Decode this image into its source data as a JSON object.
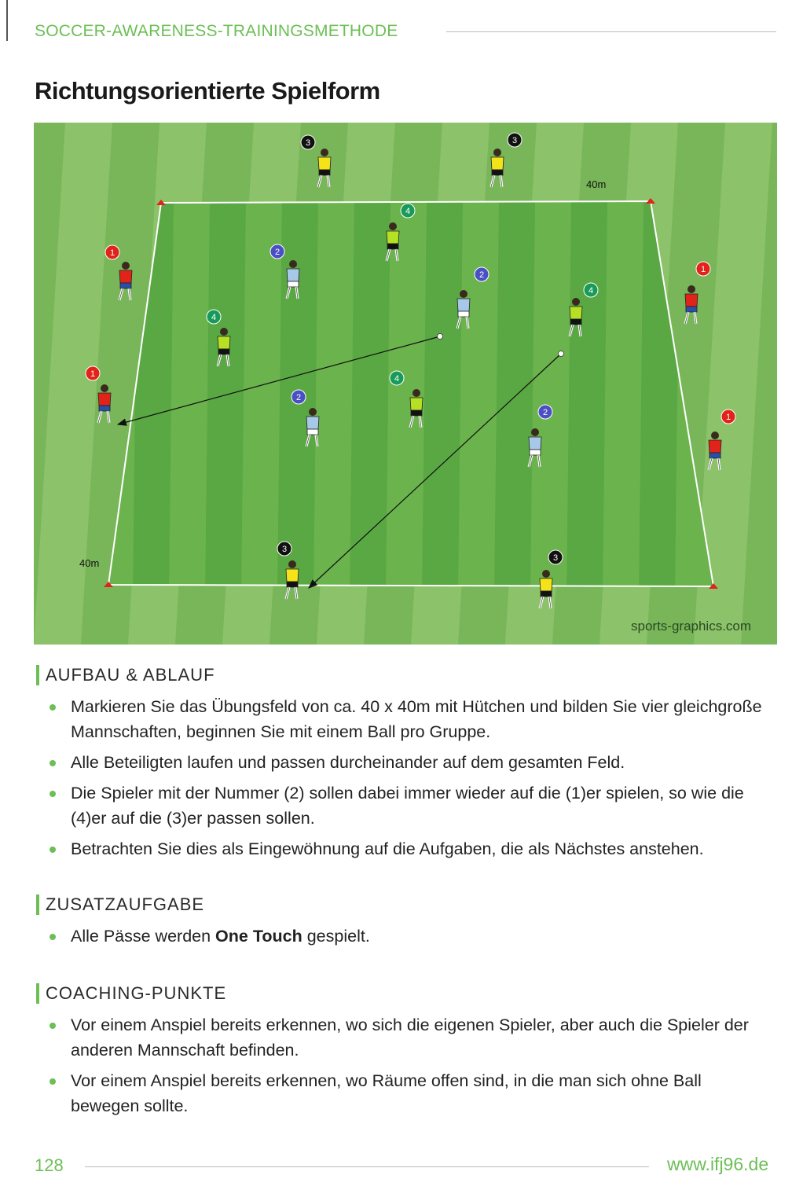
{
  "header": {
    "kicker": "SOCCER-AWARENESS-TRAININGSMETHODE",
    "title": "Richtungsorientierte Spielform"
  },
  "diagram": {
    "dimension_top": "40m",
    "dimension_left": "40m",
    "credit": "sports-graphics.com",
    "colors": {
      "grass_light": "#8cc26a",
      "grass_dark": "#78b659",
      "inner_light": "#6bb34d",
      "inner_dark": "#5aa843",
      "cone": "#e2231a"
    },
    "teams": {
      "1": {
        "badge": "#e2231a",
        "shirt": "#e2231a",
        "shorts": "#2a4fa8"
      },
      "2": {
        "badge": "#4a4fc4",
        "shirt": "#a8c8ea",
        "shorts": "#ffffff"
      },
      "3": {
        "badge": "#111111",
        "shirt": "#f5e31a",
        "shorts": "#111111"
      },
      "4": {
        "badge": "#1a9a5a",
        "shirt": "#b6e024",
        "shorts": "#111111"
      }
    },
    "players": [
      "3",
      "3",
      "4",
      "1",
      "2",
      "2",
      "4",
      "1",
      "4",
      "1",
      "4",
      "2",
      "2",
      "1",
      "3",
      "3"
    ]
  },
  "sections": [
    {
      "title": "AUFBAU & ABLAUF",
      "items": [
        "Markieren Sie das Übungsfeld von ca. 40 x 40m mit Hütchen und bilden Sie vier gleichgroße Mannschaften, beginnen Sie mit einem Ball pro Gruppe.",
        "Alle Beteiligten laufen und passen durcheinander auf dem gesamten Feld.",
        "Die Spieler mit der Nummer (2) sollen dabei immer wieder auf die (1)er spielen, so wie die (4)er auf die (3)er passen sollen.",
        "Betrachten Sie dies als Eingewöhnung auf die Aufgaben, die als Nächstes anstehen."
      ]
    },
    {
      "title": "ZUSATZAUFGABE",
      "items": [
        {
          "before": "Alle Pässe werden ",
          "bold": "One Touch",
          "after": " gespielt."
        }
      ]
    },
    {
      "title": "COACHING-PUNKTE",
      "items": [
        "Vor einem Anspiel bereits erkennen, wo sich die eigenen Spieler, aber auch die Spieler der anderen Mannschaft befinden.",
        "Vor einem Anspiel bereits erkennen, wo Räume offen sind, in die man sich ohne Ball bewegen sollte."
      ]
    }
  ],
  "footer": {
    "page_number": "128",
    "url": "www.ifj96.de"
  }
}
